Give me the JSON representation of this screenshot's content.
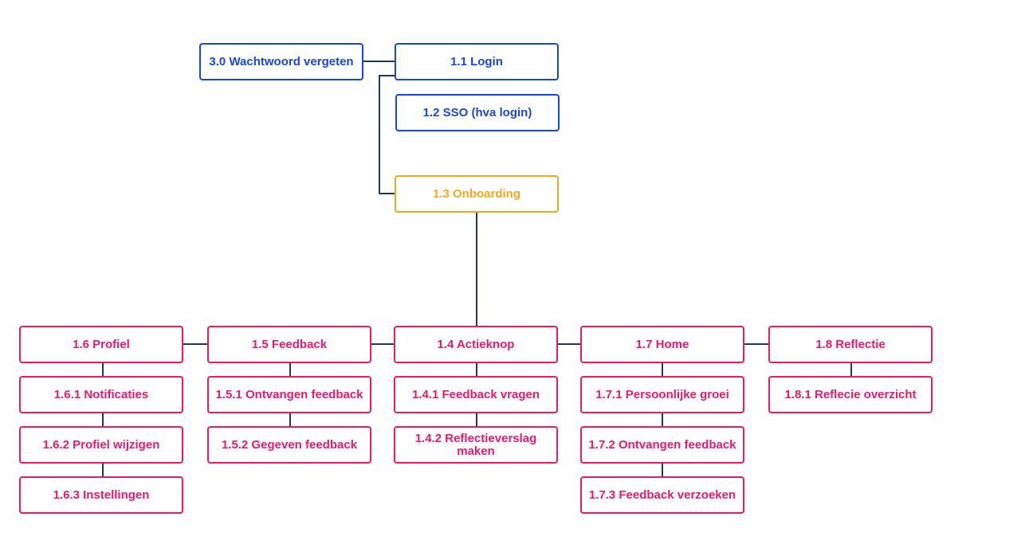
{
  "sitemap": {
    "forgot_password": "3.0 Wachtwoord vergeten",
    "login": "1.1 Login",
    "sso": "1.2 SSO (hva login)",
    "onboarding": "1.3 Onboarding",
    "actieknop": "1.4 Actieknop",
    "feedback_vragen": "1.4.1 Feedback vragen",
    "reflectieverslag": "1.4.2 Reflectieverslag maken",
    "feedback": "1.5 Feedback",
    "ontvangen_feedback": "1.5.1 Ontvangen feedback",
    "gegeven_feedback": "1.5.2 Gegeven feedback",
    "profiel": "1.6 Profiel",
    "notificaties": "1.6.1 Notificaties",
    "profiel_wijzigen": "1.6.2 Profiel wijzigen",
    "instellingen": "1.6.3 Instellingen",
    "home": "1.7 Home",
    "persoonlijke_groei": "1.7.1 Persoonlijke groei",
    "home_ontvangen_feedback": "1.7.2 Ontvangen feedback",
    "feedback_verzoeken": "1.7.3 Feedback verzoeken",
    "reflectie": "1.8 Reflectie",
    "reflecie_overzicht": "1.8.1 Reflecie overzicht"
  },
  "colors": {
    "auth": "#1947d6",
    "onboarding": "#f2a81d",
    "app": "#e8196e",
    "connector": "#1f3a4d"
  }
}
